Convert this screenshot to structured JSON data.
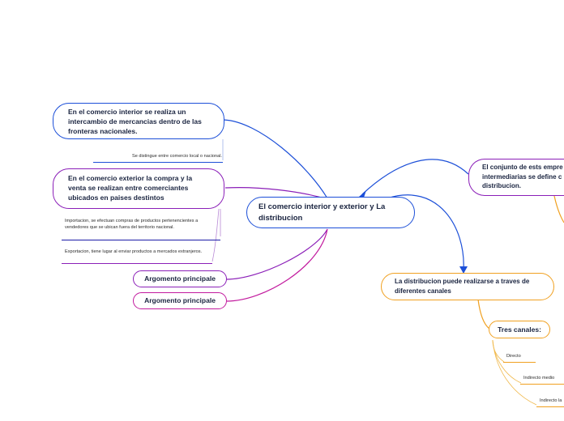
{
  "central": {
    "text": "El comercio interior y exterior  y La distribucion"
  },
  "left": {
    "interior": {
      "text": "En el comercio interior se realiza un intercambio de mercancias dentro de las fronteras nacionales.",
      "note": "Se distingue entre comercio local o nacional."
    },
    "exterior": {
      "text": "En el comercio exterior la compra y la venta se realizan entre comerciantes ubicados en paises destintos",
      "note_importacion": "Importacion, se efectuan compras de productos pertenencientes a vendedores que se ubican fuera del territorio nacional.",
      "note_exportacion": "Exportacion, tiene lugar al enviar productos a mercados extranjeros."
    },
    "argumento_1": "Argomento principale",
    "argumento_2": "Argomento principale"
  },
  "right": {
    "conjunto": "El conjunto de ests empre intermediarias se define c distribucion.",
    "distribucion": "La distribucion puede realizarse a traves de diferentes canales",
    "tres_canales": "Tres canales:",
    "canales": [
      "Directo",
      "Indirecto medio",
      "Indirecto la"
    ]
  },
  "colors": {
    "blue": "#1c4fd8",
    "purple": "#8b1fb8",
    "magenta": "#c21a9e",
    "orange": "#f0a020",
    "orange_dark": "#e08a10",
    "text_dark": "#1a2440"
  }
}
